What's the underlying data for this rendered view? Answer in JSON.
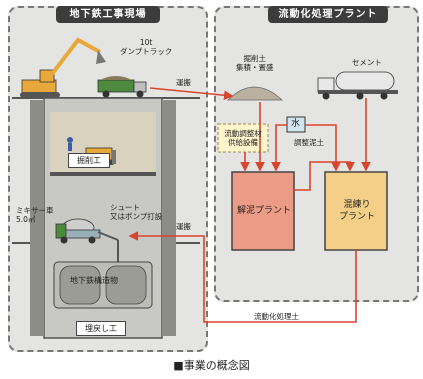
{
  "left_panel": {
    "title": "地下鉄工事現場",
    "truck_label_1": "10t",
    "truck_label_2": "ダンプトラック",
    "excavation_label": "掘削工",
    "mixer_label_1": "ミキサー車",
    "mixer_label_2": "5.0㎥",
    "chute_label_1": "シュート",
    "chute_label_2": "又はポンプ打設",
    "structure_label": "地下鉄構造物",
    "backfill_label": "埋戻し工"
  },
  "right_panel": {
    "title": "流動化処理プラント",
    "soil_label_1": "掘削土",
    "soil_label_2": "集積・置盛",
    "cement_label": "セメント",
    "water_label": "水",
    "adjustment_label_1": "流動調整材",
    "adjustment_label_2": "供給設備",
    "mud_label": "調整泥土",
    "plant1_label": "解泥プラント",
    "plant2_label_1": "混練り",
    "plant2_label_2": "プラント"
  },
  "flows": {
    "transport_1": "運搬",
    "transport_2": "運搬",
    "treated_soil": "流動化処理土"
  },
  "caption": "■事業の概念図",
  "colors": {
    "panel_bg": "#e4e4e2",
    "arrow": "#d8452e",
    "plant1_fill": "#ec9c86",
    "plant2_fill": "#f3cf88",
    "water_fill": "#cfe4ee",
    "excavator": "#e8a93a"
  }
}
